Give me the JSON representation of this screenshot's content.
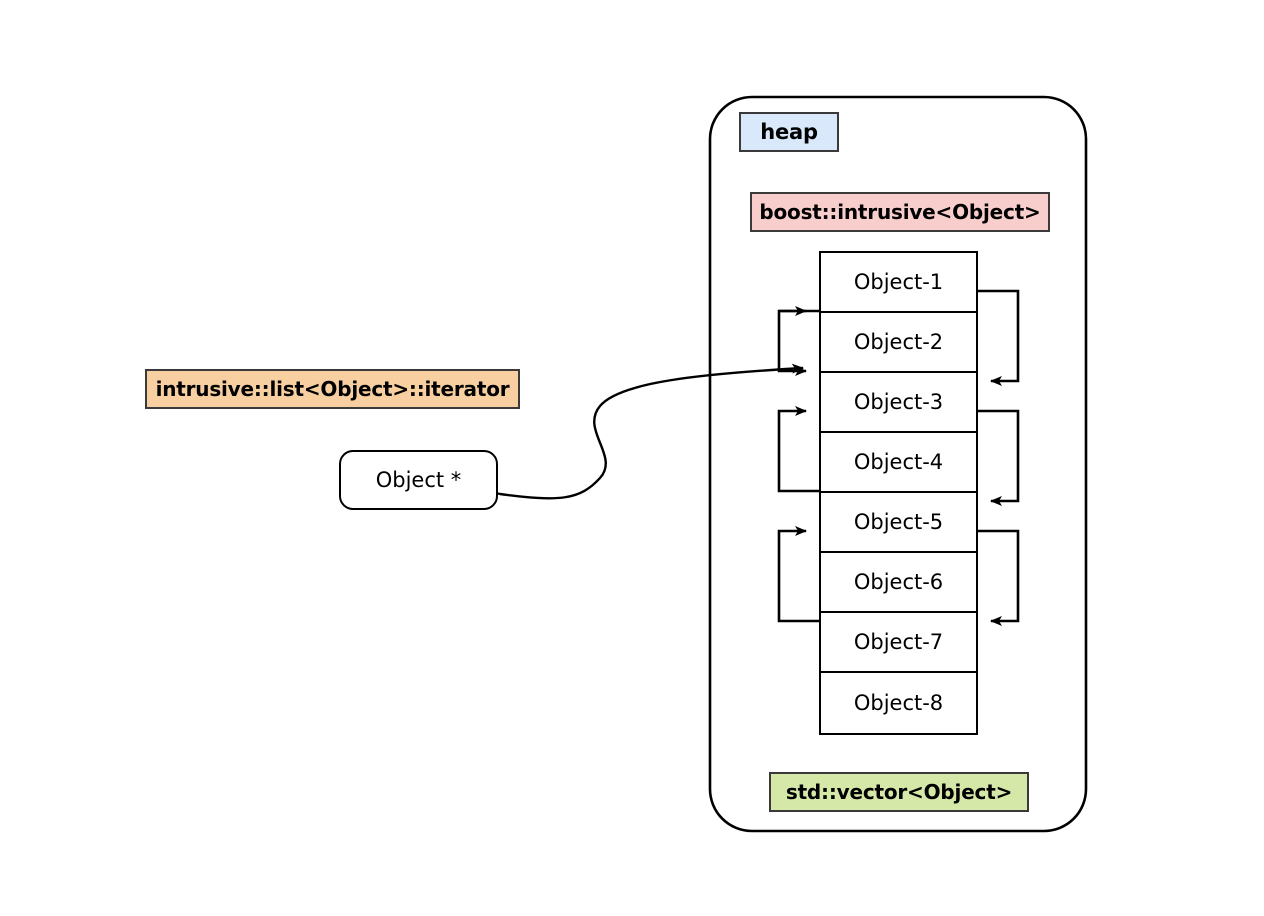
{
  "diagram": {
    "title": "heap memory layout of boost::intrusive list over std::vector",
    "container": {
      "name": "heap-container",
      "label": "heap",
      "label_color": "#dae8fc"
    },
    "labels": {
      "intrusive": "boost::intrusive<Object>",
      "intrusive_color": "#f8cecc",
      "vector": "std::vector<Object>",
      "vector_color": "#d5e8a8",
      "iterator": "intrusive::list<Object>::iterator",
      "iterator_color": "#f7cfa0",
      "object_pointer": "Object *"
    },
    "objects": [
      {
        "label": "Object-1"
      },
      {
        "label": "Object-2"
      },
      {
        "label": "Object-3"
      },
      {
        "label": "Object-4"
      },
      {
        "label": "Object-5"
      },
      {
        "label": "Object-6"
      },
      {
        "label": "Object-7"
      },
      {
        "label": "Object-8"
      }
    ],
    "connectors": {
      "left_brackets": 3,
      "right_brackets": 3,
      "iterator_curve_target": "Object-3",
      "stroke_color": "#000000"
    }
  }
}
